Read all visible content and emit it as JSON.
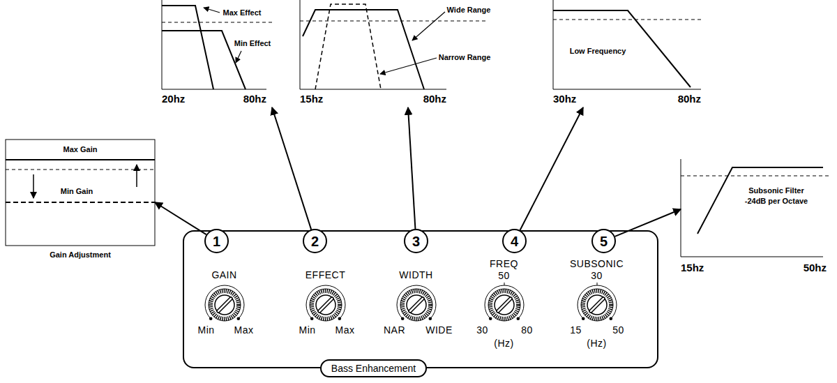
{
  "diagram": {
    "nodes": [
      {
        "text": [
          "Max Gain",
          "Min Gain",
          "Gain Adjustment"
        ]
      },
      {
        "text": [
          "Max Effect",
          "Min Effect",
          "20hz",
          "80hz"
        ]
      },
      {
        "text": [
          "Wide Range",
          "Narrow Range",
          "15hz",
          "80hz"
        ]
      },
      {
        "text": [
          "Low Frequency",
          "30hz",
          "80hz"
        ]
      },
      {
        "text": [
          "Subsonic Filter -24dB per Octave",
          "15hz",
          "50hz"
        ]
      },
      {
        "text": [
          "GAIN",
          "Min",
          "Max",
          "EFFECT",
          "Min",
          "Max",
          "WIDTH",
          "NAR",
          "WIDE",
          "FREQ",
          "50",
          "30",
          "80",
          "(Hz)",
          "SUBSONIC",
          "30",
          "15",
          "50",
          "(Hz)"
        ]
      },
      {
        "text": [
          "1"
        ],
        "in": 5
      },
      {
        "text": [
          "2"
        ],
        "in": 5
      },
      {
        "text": [
          "3"
        ],
        "in": 5
      },
      {
        "text": [
          "4"
        ],
        "in": 5
      },
      {
        "text": [
          "5"
        ],
        "in": 5
      },
      {
        "text": [
          "Bass Enhancement"
        ],
        "in": 5
      }
    ],
    "edges": [
      {
        "from": 6,
        "to": 0,
        "arrow": "to"
      },
      {
        "from": 7,
        "to": 1,
        "arrow": "to"
      },
      {
        "from": 8,
        "to": 2,
        "arrow": "to"
      },
      {
        "from": 9,
        "to": 3,
        "arrow": "to"
      },
      {
        "from": 10,
        "to": 4,
        "arrow": "to"
      }
    ]
  }
}
